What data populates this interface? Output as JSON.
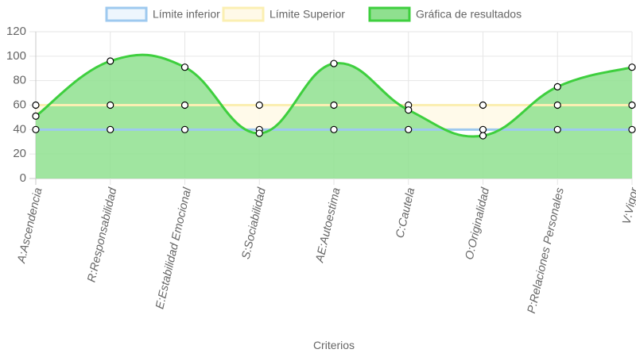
{
  "chart_data": {
    "type": "line",
    "categories": [
      "A:Ascendencia",
      "R:Responsabilidad",
      "E:Estabilidad Emocional",
      "S:Sociabilidad",
      "AE:Autoestima",
      "C:Cautela",
      "O:Originalidad",
      "P:Relaciones Personales",
      "V:Vigor"
    ],
    "series": [
      {
        "name": "Límite inferior",
        "values": [
          40,
          40,
          40,
          40,
          40,
          40,
          40,
          40,
          40
        ],
        "border": "#9ec9ef",
        "fill": "#eef6fd",
        "filled": false
      },
      {
        "name": "Límite Superior",
        "values": [
          60,
          60,
          60,
          60,
          60,
          60,
          60,
          60,
          60
        ],
        "border": "#fbefb2",
        "fill": "#fff9e8",
        "filled": false
      },
      {
        "name": "Gráfica de resultados",
        "values": [
          51,
          96,
          91,
          37,
          94,
          56,
          35,
          75,
          91
        ],
        "border": "#3ecf3e",
        "fill": "#8fe08f",
        "filled": true
      }
    ],
    "extra_points": [
      {
        "category_index": 3,
        "value": 40
      },
      {
        "category_index": 5,
        "value": 60
      },
      {
        "category_index": 6,
        "value": 40
      }
    ],
    "xlabel": "Criterios",
    "ylabel": "",
    "ylim": [
      0,
      120
    ],
    "yticks": [
      0,
      20,
      40,
      60,
      80,
      100,
      120
    ],
    "grid": true,
    "legend_position": "top-center",
    "interpolation": "smooth"
  }
}
